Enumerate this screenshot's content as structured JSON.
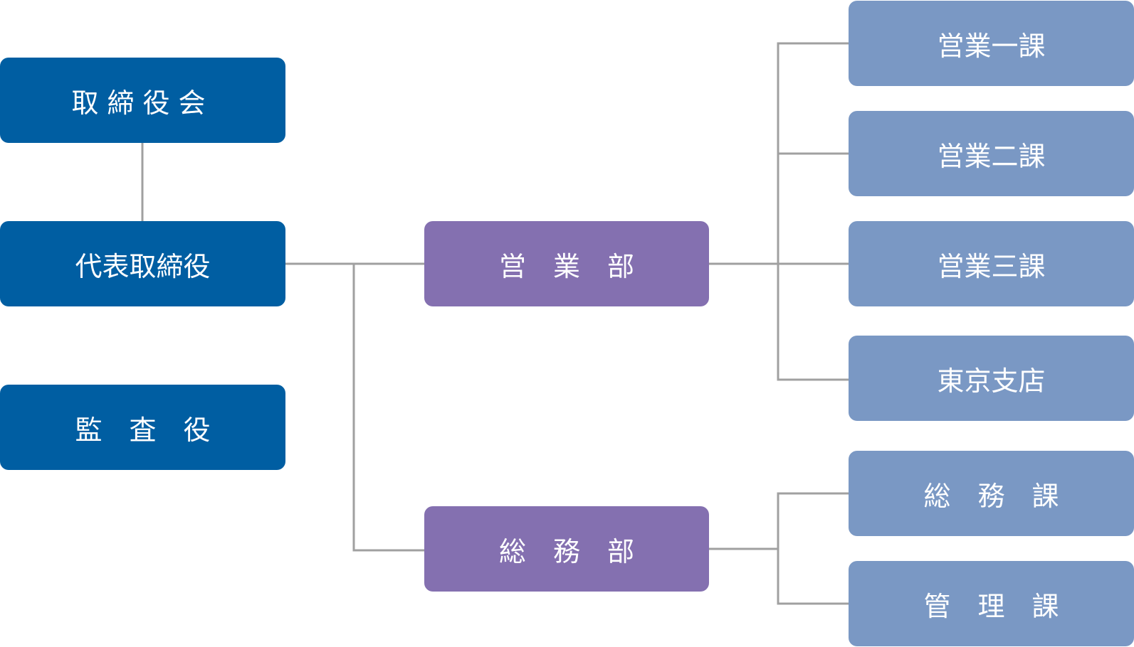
{
  "colors": {
    "executive": "#005ea2",
    "department": "#8470b0",
    "section": "#7a98c4",
    "connector": "#a0a0a0"
  },
  "nodes": {
    "board": "取締役会",
    "president": "代表取締役",
    "auditor": "監　査　役",
    "sales_dept": "営　業　部",
    "general_affairs_dept": "総　務　部",
    "sales_section_1": "営業一課",
    "sales_section_2": "営業二課",
    "sales_section_3": "営業三課",
    "tokyo_branch": "東京支店",
    "general_affairs_section": "総　務　課",
    "management_section": "管　理　課"
  }
}
